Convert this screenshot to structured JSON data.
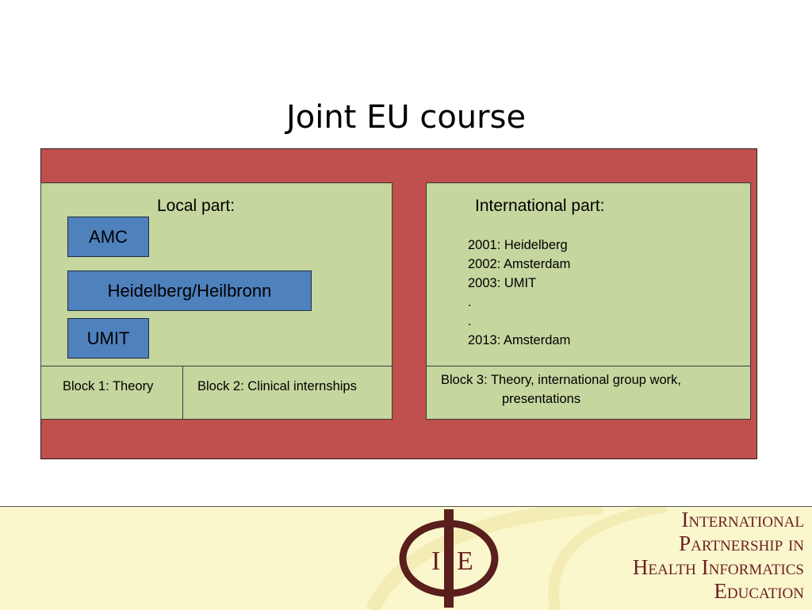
{
  "slide": {
    "title": "Joint EU course"
  },
  "diagram": {
    "local": {
      "label": "Local part:",
      "institutions": [
        "AMC",
        "Heidelberg/Heilbronn",
        "UMIT"
      ],
      "block1": "Block 1: Theory",
      "block2": "Block 2: Clinical internships"
    },
    "international": {
      "label": "International part:",
      "years": [
        "2001: Heidelberg",
        "2002: Amsterdam",
        "2003: UMIT",
        ".",
        ".",
        "2013: Amsterdam"
      ],
      "block3_line1": "Block 3: Theory, international group work,",
      "block3_line2": "presentations"
    },
    "colors": {
      "outer": "#c0504d",
      "panel": "#c5d69f",
      "institution": "#4f81bd"
    }
  },
  "footer": {
    "logo_letters": [
      "I",
      "E"
    ],
    "org_lines": [
      "International",
      "Partnership in",
      "Health Informatics",
      "Education"
    ],
    "org_color": "#6b1f22"
  }
}
